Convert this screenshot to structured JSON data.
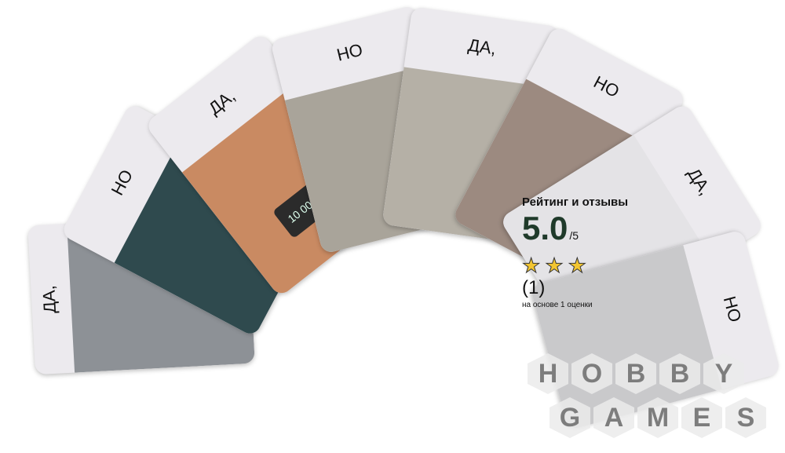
{
  "cards": [
    {
      "word": "ДА,",
      "art": "#8d9196"
    },
    {
      "word": "НО",
      "art": "#2f4a4e"
    },
    {
      "word": "ДА,",
      "art": "#c98a62"
    },
    {
      "word": "НО",
      "art": "#a9a49a"
    },
    {
      "word": "ДА,",
      "art": "#b5b0a6"
    },
    {
      "word": "НО",
      "art": "#9c8a80"
    },
    {
      "word": "ДА,",
      "art": "#e4e3e6"
    },
    {
      "word": "НО",
      "art": "#c9c9cb"
    }
  ],
  "watch_display": "10 000",
  "rating": {
    "title": "Рейтинг и отзывы",
    "score": "5.0",
    "max": "/5",
    "count": "(1)",
    "basis": "на основе 1 оценки"
  },
  "watermark": {
    "line1": [
      "H",
      "O",
      "B",
      "B",
      "Y"
    ],
    "line2": [
      "G",
      "A",
      "M",
      "E",
      "S"
    ]
  }
}
